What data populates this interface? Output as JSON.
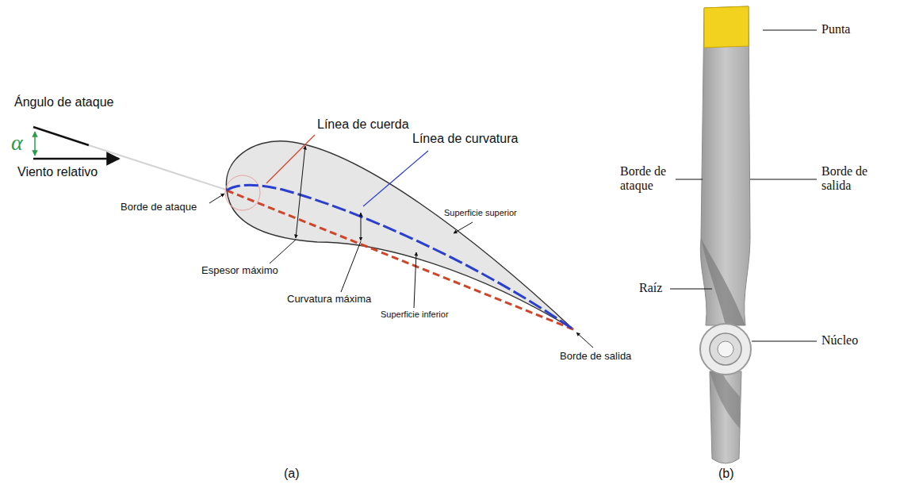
{
  "diagram": {
    "labels": [
      "Ángulo de ataque",
      "α",
      "Viento relativo",
      "Borde de ataque",
      "Línea de cuerda",
      "Línea de curvatura",
      "Superficie superior",
      "Espesor máximo",
      "Curvatura máxima",
      "Superficie inferior",
      "Borde de salida",
      "(a)",
      "Punta",
      "Borde de ataque",
      "Borde de salida",
      "Raíz",
      "Núcleo",
      "(b)"
    ]
  }
}
